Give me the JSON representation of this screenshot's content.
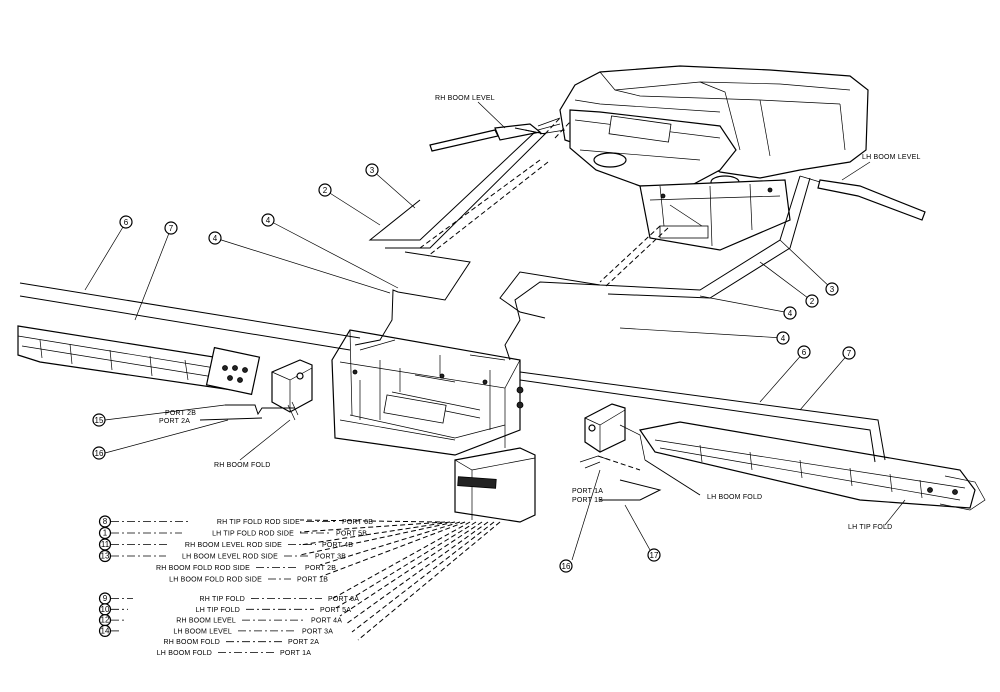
{
  "callouts": {
    "c2a": "2",
    "c3a": "3",
    "c4a": "4",
    "c4b": "4",
    "c6a": "6",
    "c7a": "7",
    "c3b": "3",
    "c2b": "2",
    "c4c": "4",
    "c4d": "4",
    "c6b": "6",
    "c7b": "7",
    "c15": "15",
    "c16a": "16",
    "c16b": "16",
    "c17": "17",
    "c8": "8",
    "c1": "1",
    "c11": "11",
    "c13": "13",
    "c9": "9",
    "c10": "10",
    "c12": "12",
    "c14": "14"
  },
  "labels": {
    "rh_boom_level": "RH BOOM LEVEL",
    "lh_boom_level": "LH BOOM LEVEL",
    "rh_boom_fold": "RH BOOM FOLD",
    "lh_boom_fold": "LH BOOM FOLD",
    "lh_tip_fold": "LH TIP FOLD",
    "port_2b": "PORT 2B",
    "port_2a": "PORT 2A",
    "port_1a": "PORT 1A",
    "port_1b": "PORT 1B"
  },
  "hose_list_rod_side": [
    {
      "num": "8",
      "name": "RH TIP FOLD ROD SIDE",
      "port": "PORT 6B"
    },
    {
      "num": "1",
      "name": "LH TIP FOLD ROD SIDE",
      "port": "PORT 5B"
    },
    {
      "num": "11",
      "name": "RH BOOM LEVEL ROD SIDE",
      "port": "PORT 4B"
    },
    {
      "num": "13",
      "name": "LH BOOM LEVEL ROD SIDE",
      "port": "PORT 3B"
    },
    {
      "num": "",
      "name": "RH BOOM FOLD ROD SIDE",
      "port": "PORT 2B"
    },
    {
      "num": "",
      "name": "LH BOOM FOLD ROD SIDE",
      "port": "PORT 1B"
    }
  ],
  "hose_list_base_side": [
    {
      "num": "9",
      "name": "RH TIP FOLD",
      "port": "PORT 6A"
    },
    {
      "num": "10",
      "name": "LH TIP FOLD",
      "port": "PORT 5A"
    },
    {
      "num": "12",
      "name": "RH BOOM LEVEL",
      "port": "PORT 4A"
    },
    {
      "num": "14",
      "name": "LH BOOM LEVEL",
      "port": "PORT 3A"
    },
    {
      "num": "",
      "name": "RH BOOM FOLD",
      "port": "PORT 2A"
    },
    {
      "num": "",
      "name": "LH BOOM FOLD",
      "port": "PORT 1A"
    }
  ]
}
